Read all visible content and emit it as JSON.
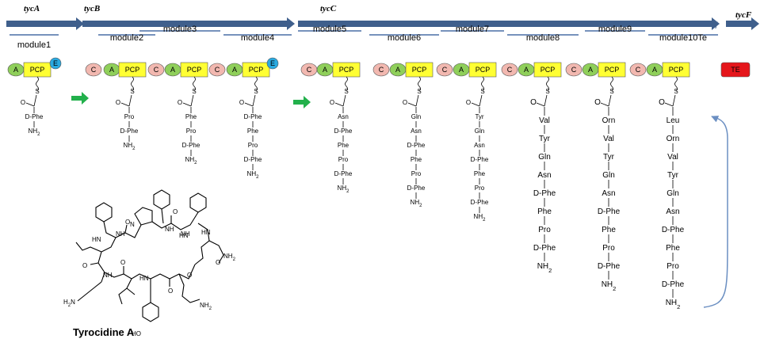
{
  "genes": [
    {
      "label_prefix": "tyc",
      "label_suffix": "A"
    },
    {
      "label_prefix": "tyc",
      "label_suffix": "B"
    },
    {
      "label_prefix": "tyc",
      "label_suffix": "C"
    },
    {
      "label_prefix": "tyc",
      "label_suffix": "F"
    }
  ],
  "gene_break": "//",
  "modules": [
    "module1",
    "module2",
    "module3",
    "module4",
    "module5",
    "module6",
    "module7",
    "module8",
    "module9",
    "module10Te"
  ],
  "domains": {
    "A": "A",
    "C": "C",
    "PCP": "PCP",
    "E": "E",
    "TE": "TE",
    "thio_S": "S",
    "carbonyl_O": "O"
  },
  "chains": [
    [
      "D-Phe",
      "NH2"
    ],
    [
      "Pro",
      "D-Phe",
      "NH2"
    ],
    [
      "Phe",
      "Pro",
      "D-Phe",
      "NH2"
    ],
    [
      "D-Phe",
      "Phe",
      "Pro",
      "D-Phe",
      "NH2"
    ],
    [
      "Asn",
      "D-Phe",
      "Phe",
      "Pro",
      "D-Phe",
      "NH2"
    ],
    [
      "Gln",
      "Asn",
      "D-Phe",
      "Phe",
      "Pro",
      "D-Phe",
      "NH2"
    ],
    [
      "Tyr",
      "Gln",
      "Asn",
      "D-Phe",
      "Phe",
      "Pro",
      "D-Phe",
      "NH2"
    ],
    [
      "Val",
      "Tyr",
      "Gln",
      "Asn",
      "D-Phe",
      "Phe",
      "Pro",
      "D-Phe",
      "NH2"
    ],
    [
      "Orn",
      "Val",
      "Tyr",
      "Gln",
      "Asn",
      "D-Phe",
      "Phe",
      "Pro",
      "D-Phe",
      "NH2"
    ],
    [
      "Leu",
      "Orn",
      "Val",
      "Tyr",
      "Gln",
      "Asn",
      "D-Phe",
      "Phe",
      "Pro",
      "D-Phe",
      "NH2"
    ]
  ],
  "structure_atoms": [
    "NH",
    "NH",
    "NH",
    "NH",
    "N",
    "O",
    "O",
    "O",
    "O",
    "O",
    "O",
    "O",
    "NH2",
    "NH2",
    "HO",
    "H2N",
    "HN",
    "HN",
    "HN",
    "HN"
  ],
  "product_title": "Tyrocidine A",
  "colors": {
    "gene_arrow": "#3f5f8c",
    "module_line": "#4a6fa5",
    "A_domain": "#8fcf5a",
    "C_domain": "#f2b8b0",
    "PCP_domain": "#ffff33",
    "E_domain": "#29a9e0",
    "TE_domain": "#e5161b",
    "transfer_arrow": "#22b04b",
    "cyclize_arrow": "#6b8fc2"
  }
}
